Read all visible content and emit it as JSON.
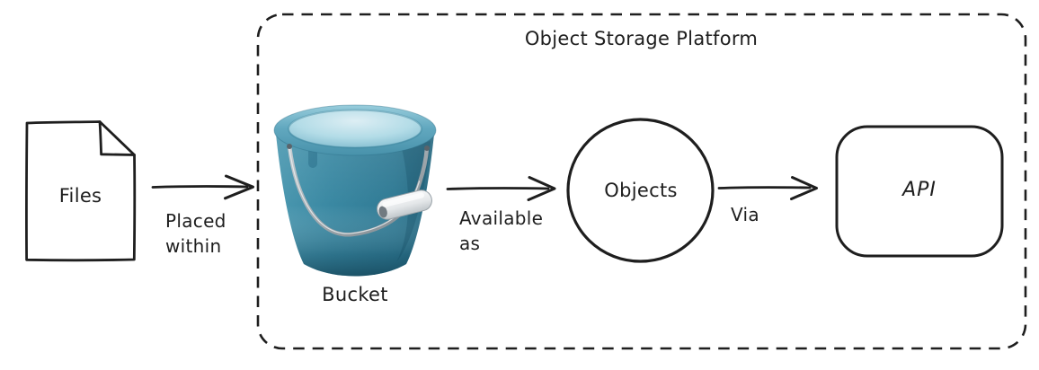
{
  "diagram": {
    "type": "flow-diagram",
    "style": "hand-drawn",
    "container": {
      "title": "Object Storage Platform"
    },
    "nodes": [
      {
        "id": "files",
        "label": "Files",
        "shape": "document"
      },
      {
        "id": "bucket",
        "label": "Bucket",
        "shape": "bucket-3d-image"
      },
      {
        "id": "objects",
        "label": "Objects",
        "shape": "circle"
      },
      {
        "id": "api",
        "label": "API",
        "shape": "rounded-rectangle"
      }
    ],
    "edges": [
      {
        "from": "files",
        "to": "bucket",
        "label": "Placed within",
        "label_lines": [
          "Placed",
          "within"
        ]
      },
      {
        "from": "bucket",
        "to": "objects",
        "label": "Available as",
        "label_lines": [
          "Available",
          "as"
        ]
      },
      {
        "from": "objects",
        "to": "api",
        "label": "Via",
        "label_lines": [
          "Via"
        ]
      }
    ],
    "colors": {
      "stroke": "#1e1e1e",
      "background": "#ffffff",
      "bucket_body": "#3a88a2",
      "bucket_body_dark": "#266880",
      "bucket_rim": "#62a8bf",
      "bucket_inner": "#b3dce7",
      "bucket_handle": "#9aa4ab",
      "bucket_grip": "#e9ebed"
    }
  }
}
